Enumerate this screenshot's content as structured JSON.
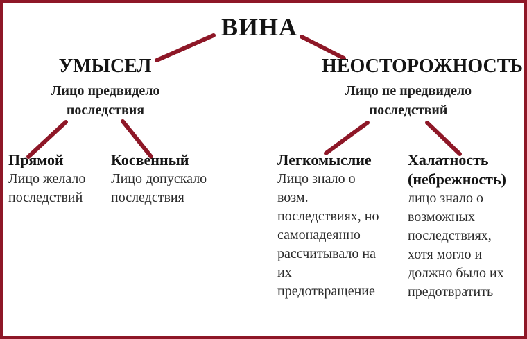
{
  "diagram": {
    "title": "ВИНА",
    "colors": {
      "accent_maroon": "#8e1727",
      "background": "#ffffff",
      "text": "#1a1a1a"
    },
    "branches": [
      {
        "label": "УМЫСЕЛ",
        "subtitle": "Лицо предвидело\nпоследствия",
        "children": [
          {
            "label": "Прямой",
            "description": "Лицо желало\nпоследствий"
          },
          {
            "label": "Косвенный",
            "description": "Лицо допускало\nпоследствия"
          }
        ]
      },
      {
        "label": "НЕОСТОРОЖНОСТЬ",
        "subtitle": "Лицо не предвидело\nпоследствий",
        "children": [
          {
            "label": "Легкомыслие",
            "description": "Лицо знало о\nвозм.\nпоследствиях, но\nсамонадеянно\nрассчитывало на\nих\nпредотвращение"
          },
          {
            "label": "Халатность",
            "label_extra": "(небрежность)",
            "description": "лицо знало о\nвозможных\nпоследствиях,\nхотя могло и\nдолжно было их\nпредотвратить"
          }
        ]
      }
    ]
  }
}
